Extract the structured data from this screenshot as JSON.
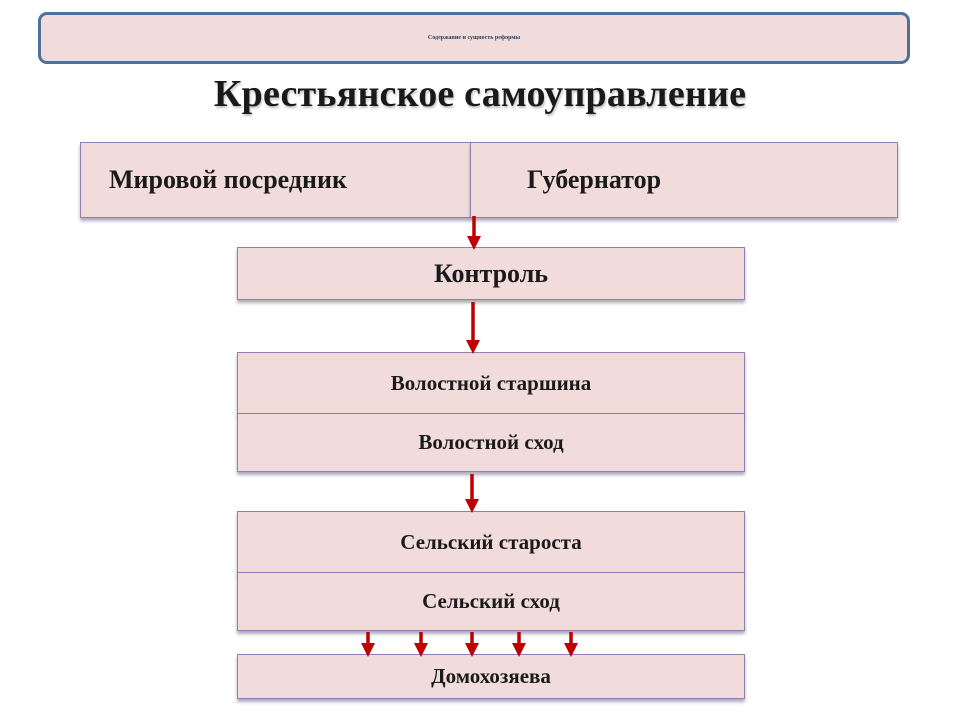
{
  "header": {
    "caption": "Содержание и сущность реформы"
  },
  "title": "Крестьянское самоуправление",
  "boxes": {
    "mediator": "Мировой посредник",
    "governor": "Губернатор",
    "control": "Контроль",
    "volost_elder": "Волостной старшина",
    "volost_assembly": "Волостной сход",
    "village_elder": "Сельский староста",
    "village_assembly": "Сельский сход",
    "households": "Домохозяева"
  },
  "colors": {
    "box_fill": "#f2dcdb",
    "box_border": "#8e7fb0",
    "arrow": "#c00000",
    "banner_border": "#4f6f9c"
  }
}
